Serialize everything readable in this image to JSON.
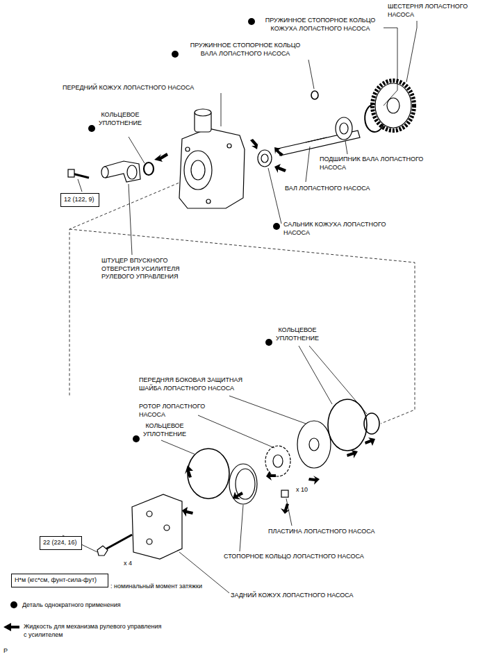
{
  "diagram": {
    "nodes": [
      {
        "text": [
          "12 (122, 9)"
        ]
      },
      {
        "text": [
          "22 (224, 16)"
        ]
      },
      {
        "text": [
          "Н*м (кгс*см, фунт-сила-фут)"
        ]
      }
    ],
    "labels": [
      "ШЕСТЕРНЯ ЛОПАСТНОГО НАСОСА",
      "ПРУЖИННОЕ СТОПОРНОЕ КОЛЬЦО КОЖУХА ЛОПАСТНОГО НАСОСА",
      "ПРУЖИННОЕ СТОПОРНОЕ КОЛЬЦО ВАЛА ЛОПАСТНОГО НАСОСА",
      "ПЕРЕДНИЙ КОЖУХ ЛОПАСТНОГО НАСОСА",
      "КОЛЬЦЕВОЕ УПЛОТНЕНИЕ",
      "ПОДШИПНИК ВАЛА ЛОПАСТНОГО НАСОСА",
      "ВАЛ ЛОПАСТНОГО НАСОСА",
      "САЛЬНИК КОЖУХА ЛОПАСТНОГО НАСОСА",
      "ШТУЦЕР ВПУСКНОГО ОТВЕРСТИЯ УСИЛИТЕЛЯ РУЛЕВОГО УПРАВЛЕНИЯ",
      "КОЛЬЦЕВОЕ УПЛОТНЕНИЕ",
      "ПЕРЕДНЯЯ БОКОВАЯ ЗАЩИТНАЯ ШАЙБА ЛОПАСТНОГО НАСОСА",
      "РОТОР ЛОПАСТНОГО НАСОСА",
      "КОЛЬЦЕВОЕ УПЛОТНЕНИЕ",
      "x 10",
      "ПЛАСТИНА ЛОПАСТНОГО НАСОСА",
      "x 4",
      "СТОПОРНОЕ КОЛЬЦО ЛОПАСТНОГО НАСОСА",
      "ЗАДНИЙ КОЖУХ ЛОПАСТНОГО НАСОСА",
      "P"
    ],
    "legend": [
      {
        "text": ": номинальный момент затяжки"
      },
      {
        "text": "Деталь однократного применения"
      },
      {
        "text": "Жидкость для механизма рулевого управления с усилителем"
      }
    ]
  }
}
